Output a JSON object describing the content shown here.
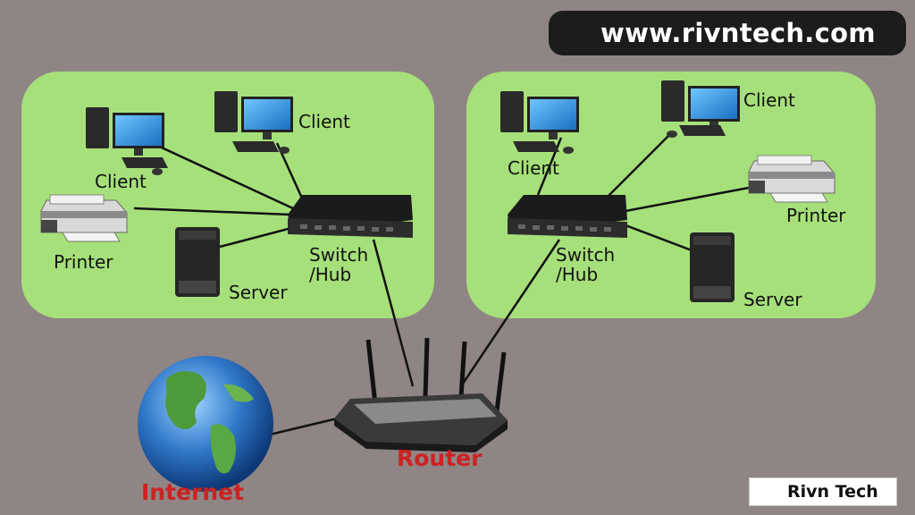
{
  "brand": {
    "website": "www.rivntech.com",
    "channel": "Rivn Tech"
  },
  "left_network": {
    "client_a": "Client",
    "client_b": "Client",
    "printer": "Printer",
    "server": "Server",
    "switch": "Switch\n/Hub"
  },
  "right_network": {
    "client_a": "Client",
    "client_b": "Client",
    "printer": "Printer",
    "server": "Server",
    "switch": "Switch\n/Hub"
  },
  "router_label": "Router",
  "internet_label": "Internet",
  "colors": {
    "zone": "#a6e07a",
    "background": "#8f8585",
    "accent_red": "#cc2222"
  }
}
